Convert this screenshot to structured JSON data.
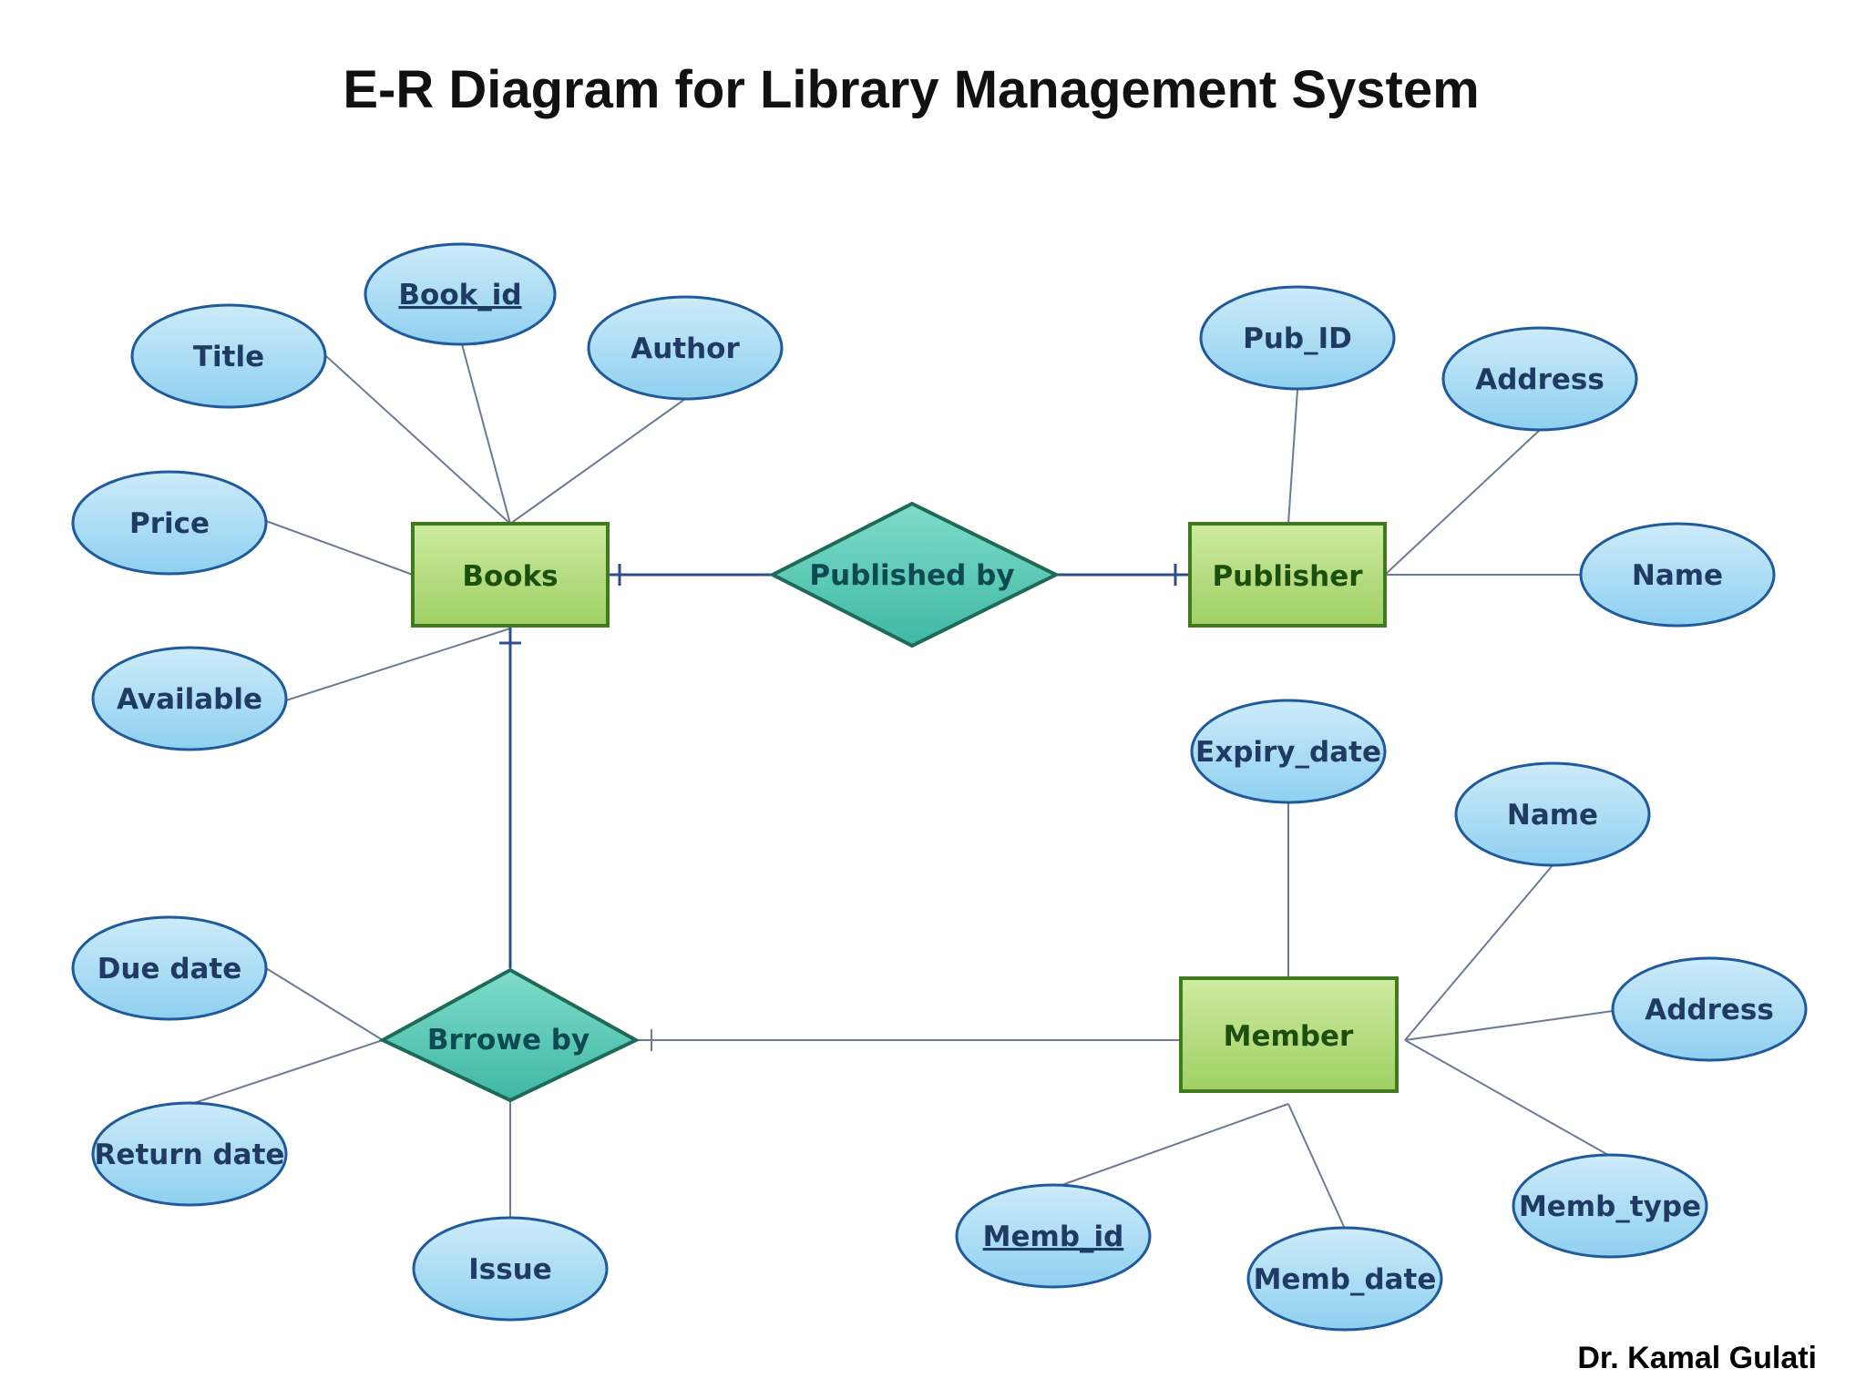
{
  "title": "E-R Diagram for Library Management System",
  "credit": "Dr. Kamal Gulati",
  "colors": {
    "attribute_fill": "#a7dcf5",
    "attribute_stroke": "#1e5a9c",
    "entity_fill": "#b5dc7c",
    "entity_stroke": "#3f7a1c",
    "relationship_fill": "#5ccab8",
    "relationship_stroke": "#1f6a56",
    "line": "#6e7a93",
    "relationship_line": "#2e4d8f"
  },
  "entities": {
    "books": "Books",
    "publisher": "Publisher",
    "member": "Member"
  },
  "relationships": {
    "published_by": "Published by",
    "brrowe_by": "Brrowe by"
  },
  "attributes": {
    "book_id": "Book_id",
    "title": "Title",
    "author": "Author",
    "price": "Price",
    "available": "Available",
    "pub_id": "Pub_ID",
    "publisher_address": "Address",
    "publisher_name": "Name",
    "expiry_date": "Expiry_date",
    "member_name": "Name",
    "member_address": "Address",
    "memb_type": "Memb_type",
    "memb_date": "Memb_date",
    "memb_id": "Memb_id",
    "due_date": "Due date",
    "return_date": "Return date",
    "issue": "Issue"
  }
}
